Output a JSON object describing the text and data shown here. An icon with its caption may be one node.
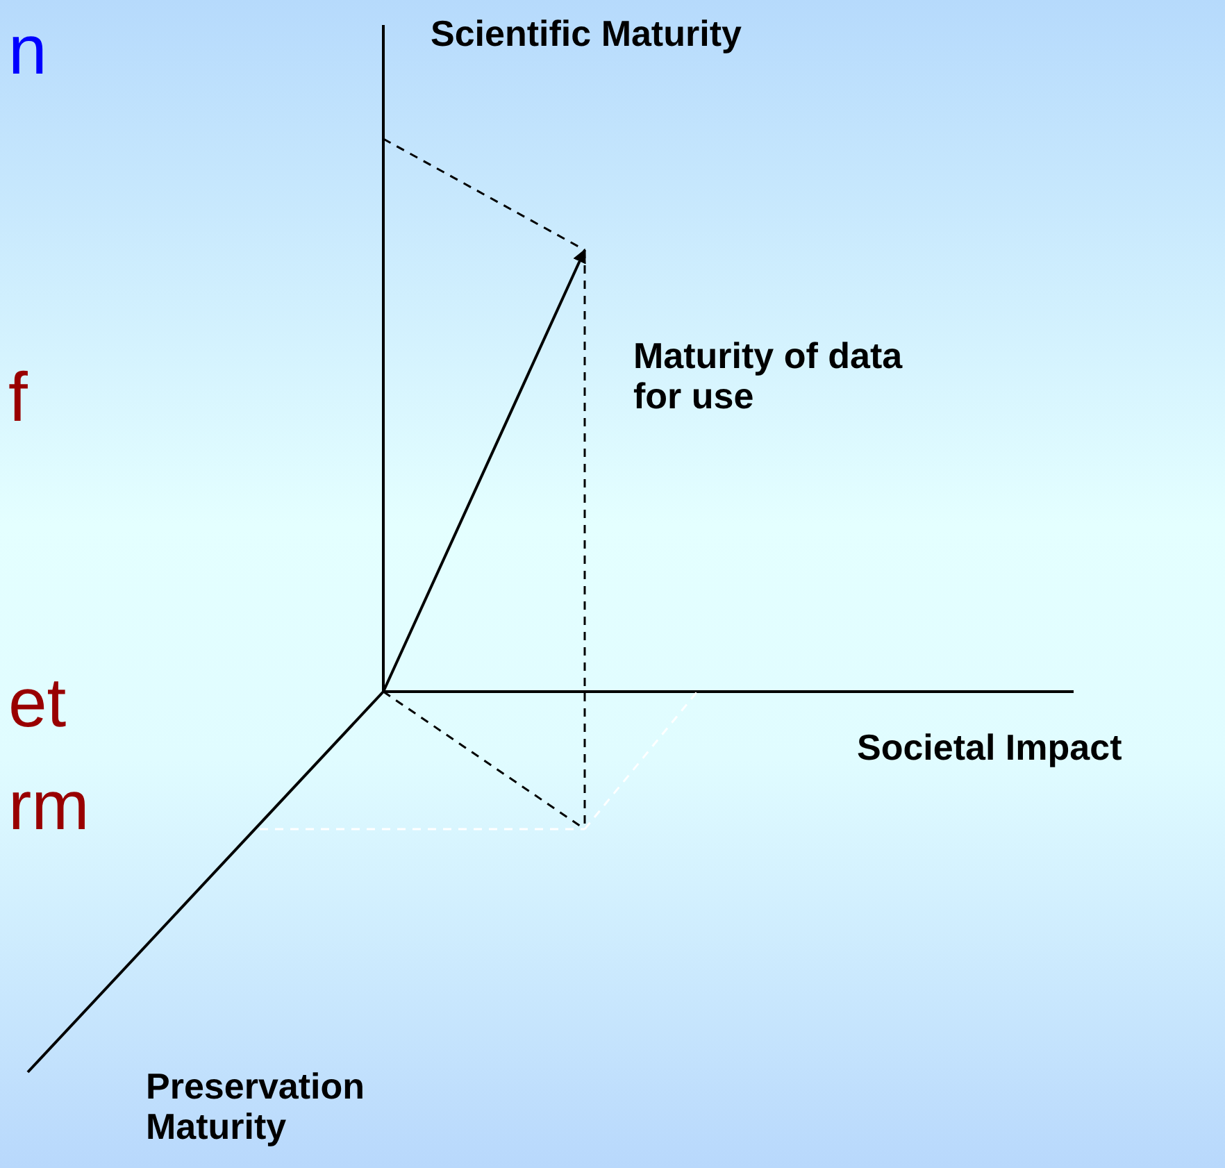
{
  "diagram": {
    "labels": [
      "n",
      "f",
      "et",
      "rm",
      "Scientific Maturity",
      "Maturity of data for use",
      "Societal Impact",
      "Preservation Maturity"
    ]
  }
}
